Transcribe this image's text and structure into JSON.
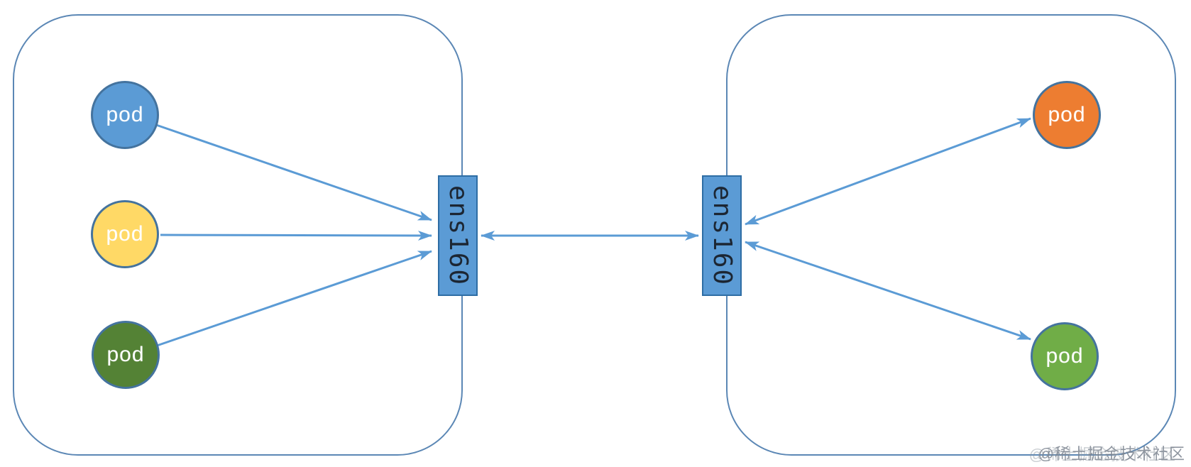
{
  "diagram": {
    "left_node": {
      "interface": {
        "label": "ens160"
      },
      "pods": [
        {
          "label": "pod",
          "color": "#5B9BD5"
        },
        {
          "label": "pod",
          "color": "#FFD966"
        },
        {
          "label": "pod",
          "color": "#548235"
        }
      ]
    },
    "right_node": {
      "interface": {
        "label": "ens160"
      },
      "pods": [
        {
          "label": "pod",
          "color": "#ED7D31"
        },
        {
          "label": "pod",
          "color": "#70AD47"
        }
      ]
    },
    "colors": {
      "arrow": "#5B9BD5",
      "interface_fill": "#5B9BD5",
      "interface_border": "#2e6da4",
      "interface_text": "#1c2633",
      "container_border": "#5b87b5",
      "pod_border": "#44739e",
      "pod_text": "#ffffff",
      "background": "#ffffff"
    },
    "watermark": {
      "text": "@稀土掘金技术社区"
    }
  }
}
